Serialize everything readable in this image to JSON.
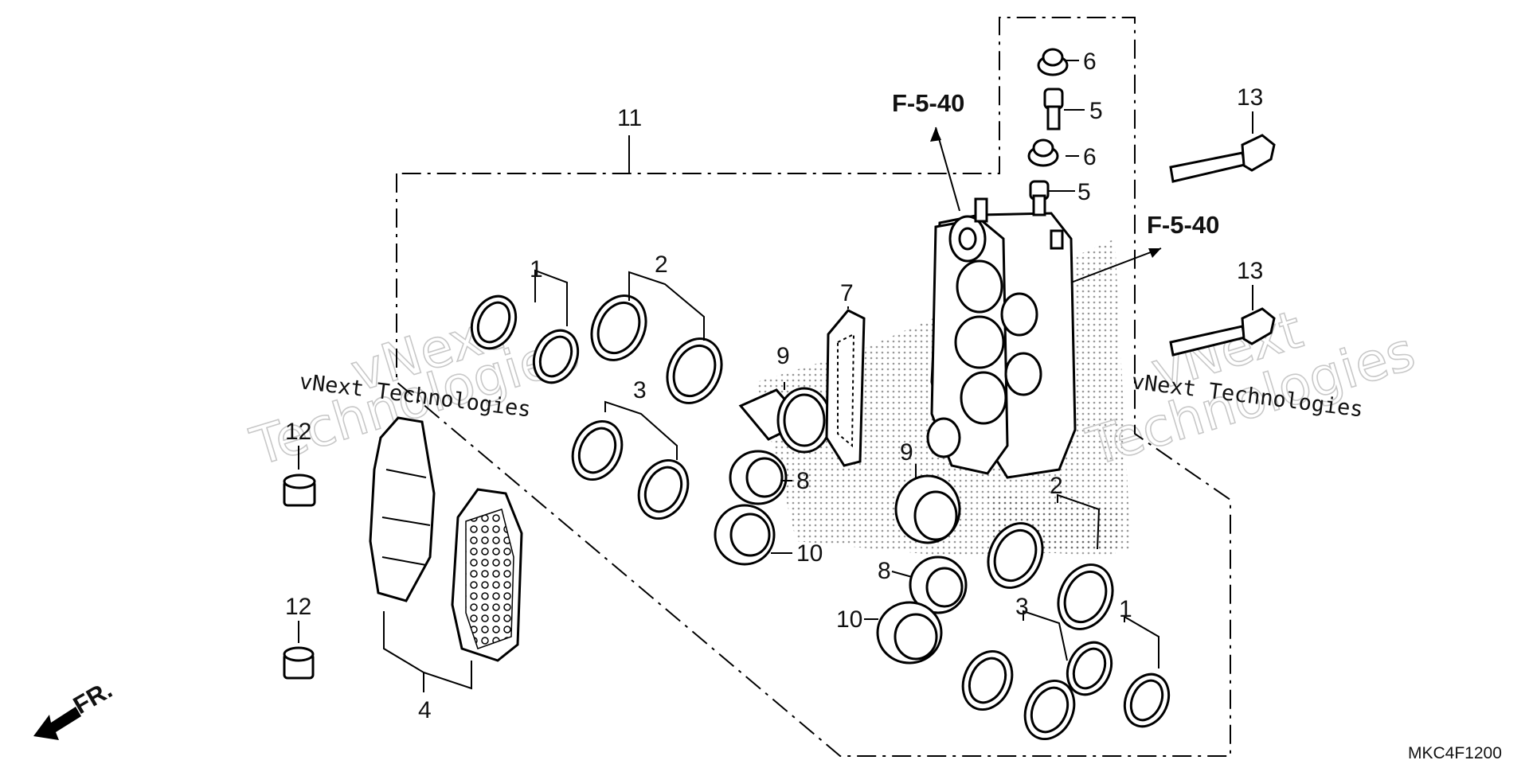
{
  "diagram": {
    "code": "MKC4F1200",
    "front_label": "FR.",
    "refs": [
      "F-5-40",
      "F-5-40"
    ],
    "watermark": {
      "big_line1": "vNext",
      "big_line2": "Technologies",
      "small": "vNext Technologies"
    },
    "callouts": [
      {
        "id": "c1a",
        "label": "1"
      },
      {
        "id": "c2a",
        "label": "2"
      },
      {
        "id": "c3a",
        "label": "3"
      },
      {
        "id": "c4",
        "label": "4"
      },
      {
        "id": "c5a",
        "label": "5"
      },
      {
        "id": "c5b",
        "label": "5"
      },
      {
        "id": "c6a",
        "label": "6"
      },
      {
        "id": "c6b",
        "label": "6"
      },
      {
        "id": "c7",
        "label": "7"
      },
      {
        "id": "c8a",
        "label": "8"
      },
      {
        "id": "c8b",
        "label": "8"
      },
      {
        "id": "c9a",
        "label": "9"
      },
      {
        "id": "c9b",
        "label": "9"
      },
      {
        "id": "c10a",
        "label": "10"
      },
      {
        "id": "c10b",
        "label": "10"
      },
      {
        "id": "c11",
        "label": "11"
      },
      {
        "id": "c12a",
        "label": "12"
      },
      {
        "id": "c12b",
        "label": "12"
      },
      {
        "id": "c13a",
        "label": "13"
      },
      {
        "id": "c13b",
        "label": "13"
      },
      {
        "id": "c2b",
        "label": "2"
      },
      {
        "id": "c3b",
        "label": "3"
      },
      {
        "id": "c1b",
        "label": "1"
      }
    ]
  }
}
